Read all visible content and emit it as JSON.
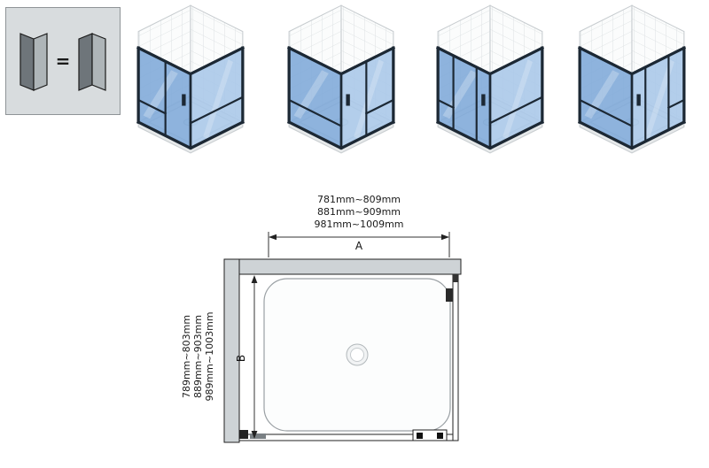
{
  "legend": {
    "equals_sign": "="
  },
  "dimensions": {
    "width": {
      "label": "A",
      "ranges": [
        "781mm~809mm",
        "881mm~909mm",
        "981mm~1009mm"
      ]
    },
    "depth": {
      "label": "B",
      "ranges": [
        "789mm~803mm",
        "889mm~903mm",
        "989mm~1003mm"
      ]
    }
  },
  "colors": {
    "glass_left": "#7ea8d8",
    "glass_right": "#a9c7e8",
    "frame": "#1c2834",
    "wall_fill": "#ced3d6"
  }
}
